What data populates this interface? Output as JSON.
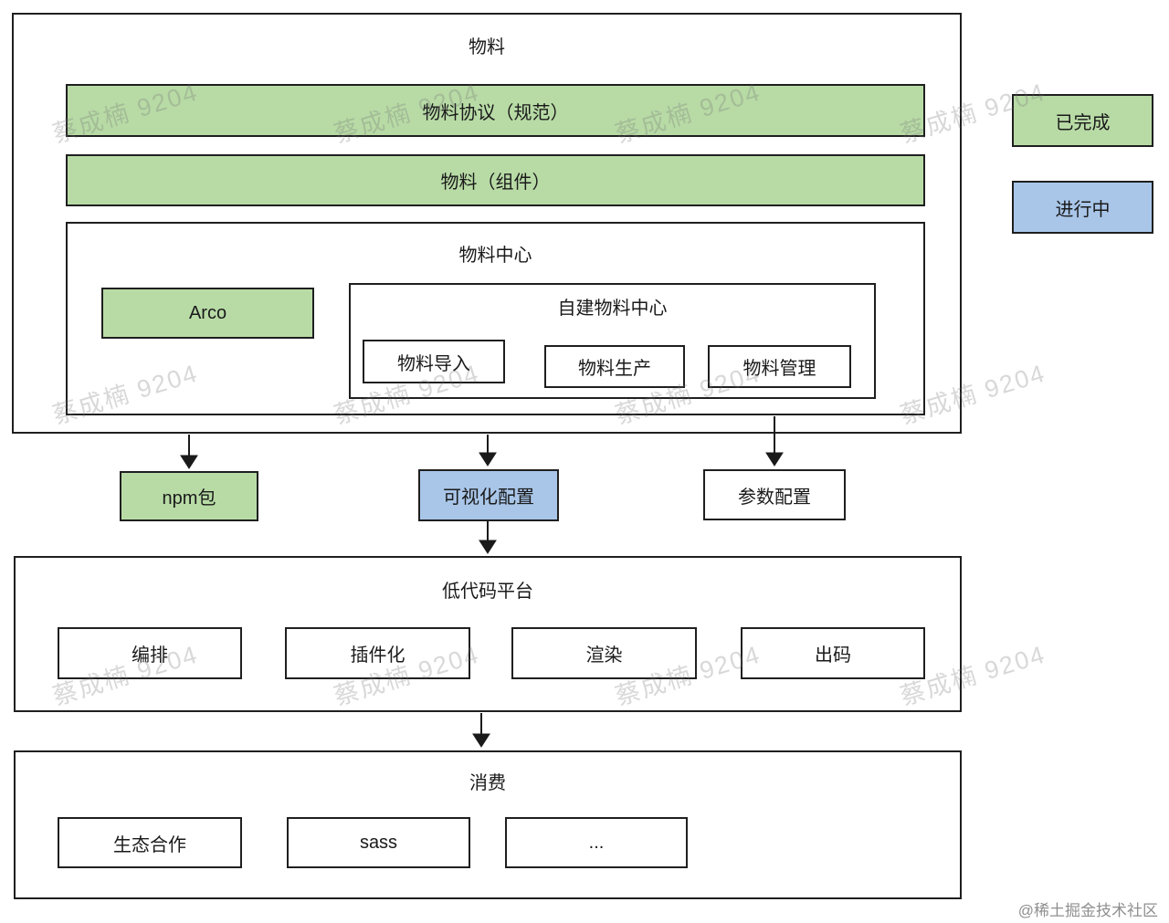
{
  "watermark": {
    "text": "蔡成楠 9204"
  },
  "credit": "@稀土掘金技术社区",
  "legend": {
    "done": "已完成",
    "in_progress": "进行中"
  },
  "colors": {
    "done_fill": "#b8dba6",
    "in_progress_fill": "#a9c6e9",
    "border": "#1f1f1f",
    "watermark_gray": "#bdbdbd",
    "credit_gray": "#8f8f8f"
  },
  "material": {
    "title": "物料",
    "protocol": "物料协议（规范）",
    "component": "物料（组件）",
    "center": {
      "title": "物料中心",
      "arco": "Arco",
      "self_built": {
        "title": "自建物料中心",
        "import": "物料导入",
        "produce": "物料生产",
        "manage": "物料管理"
      }
    }
  },
  "middle": {
    "npm": "npm包",
    "visual_config": "可视化配置",
    "param_config": "参数配置"
  },
  "lowcode": {
    "title": "低代码平台",
    "orchestration": "编排",
    "plugin": "插件化",
    "render": "渲染",
    "codegen": "出码"
  },
  "consume": {
    "title": "消费",
    "eco": "生态合作",
    "sass": "sass",
    "more": "..."
  }
}
